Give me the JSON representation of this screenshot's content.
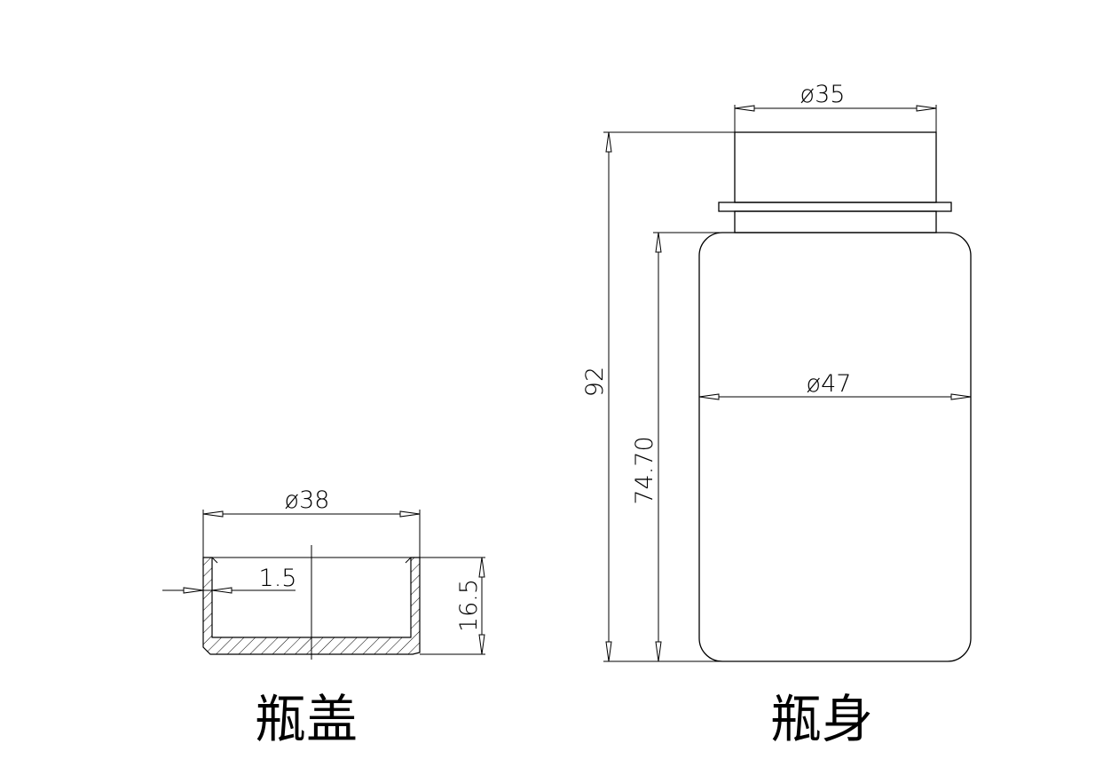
{
  "cap": {
    "diameter": "ø38",
    "wall_thickness": "1.5",
    "height": "16.5",
    "caption": "瓶盖"
  },
  "body": {
    "neck_diameter": "ø35",
    "total_height": "92",
    "body_height": "74.70",
    "body_diameter": "ø47",
    "caption": "瓶身"
  },
  "colors": {
    "line": "#000000",
    "background": "#ffffff"
  }
}
